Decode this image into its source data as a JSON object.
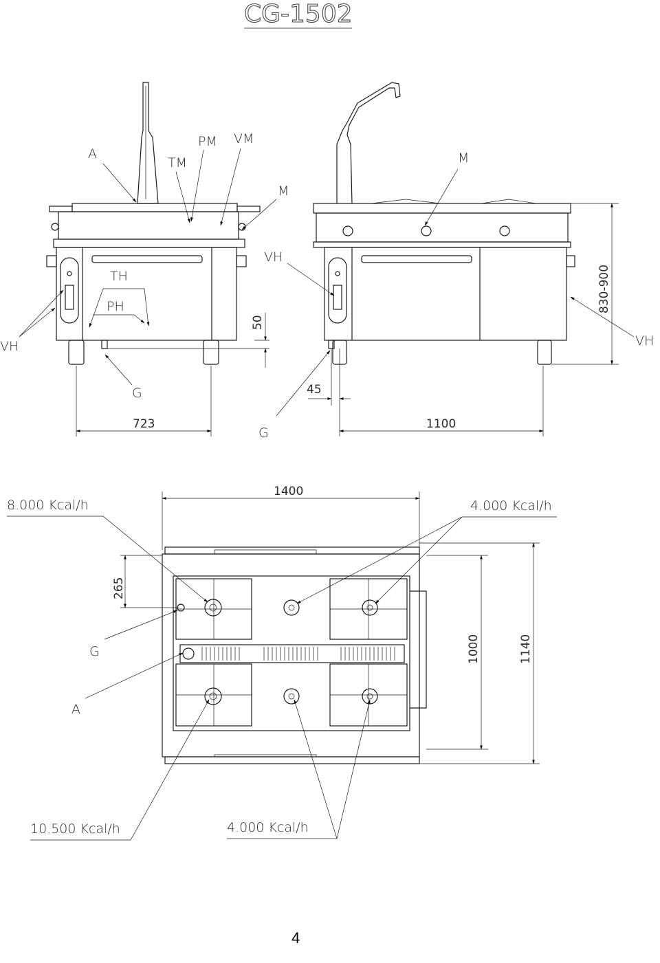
{
  "title": "CG-1502",
  "labels": {
    "A_side": "A",
    "TM": "TM",
    "PM": "PM",
    "VM": "VM",
    "M_side": "M",
    "TH": "TH",
    "PH": "PH",
    "VH_side_mid": "VH",
    "VH_left": "VH",
    "G_side": "G",
    "M_front": "M",
    "VH_front": "VH",
    "VH_right": "VH",
    "G_front": "G",
    "G_top": "G",
    "A_top": "A"
  },
  "dimensions": {
    "d50": "50",
    "d723": "723",
    "d45": "45",
    "d1100": "1100",
    "d830_900": "830-900",
    "d1400": "1400",
    "d265": "265",
    "d1000": "1000",
    "d1140": "1140"
  },
  "powers": {
    "p8000": "8.000 Kcal/h",
    "p4000_top": "4.000 Kcal/h",
    "p10500": "10.500 Kcal/h",
    "p4000_bottom": "4.000 Kcal/h"
  },
  "page_number": "4"
}
